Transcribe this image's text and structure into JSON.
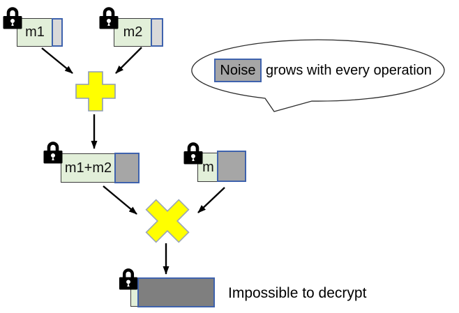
{
  "nodes": {
    "m1": {
      "label": "m1"
    },
    "m2": {
      "label": "m2"
    },
    "sum": {
      "label": "m1+m2"
    },
    "m": {
      "label": "m"
    }
  },
  "callout": {
    "chip": "Noise",
    "text": "grows with every operation"
  },
  "caption": "Impossible to decrypt",
  "icons": {
    "lock": "padlock-icon",
    "plus": "plus-operator-icon",
    "multiply": "multiply-operator-icon",
    "arrow": "black-arrow"
  },
  "colors": {
    "plaintext_fill": "#e2efd9",
    "noise_light": "#d9d9d9",
    "noise_medium": "#a6a6a6",
    "noise_dark": "#7f7f7f",
    "noise_border": "#3e62ad",
    "operator_fill": "#ffff00",
    "operator_border": "#8d9cb8",
    "arrow": "#000000",
    "background": "#ffffff"
  }
}
